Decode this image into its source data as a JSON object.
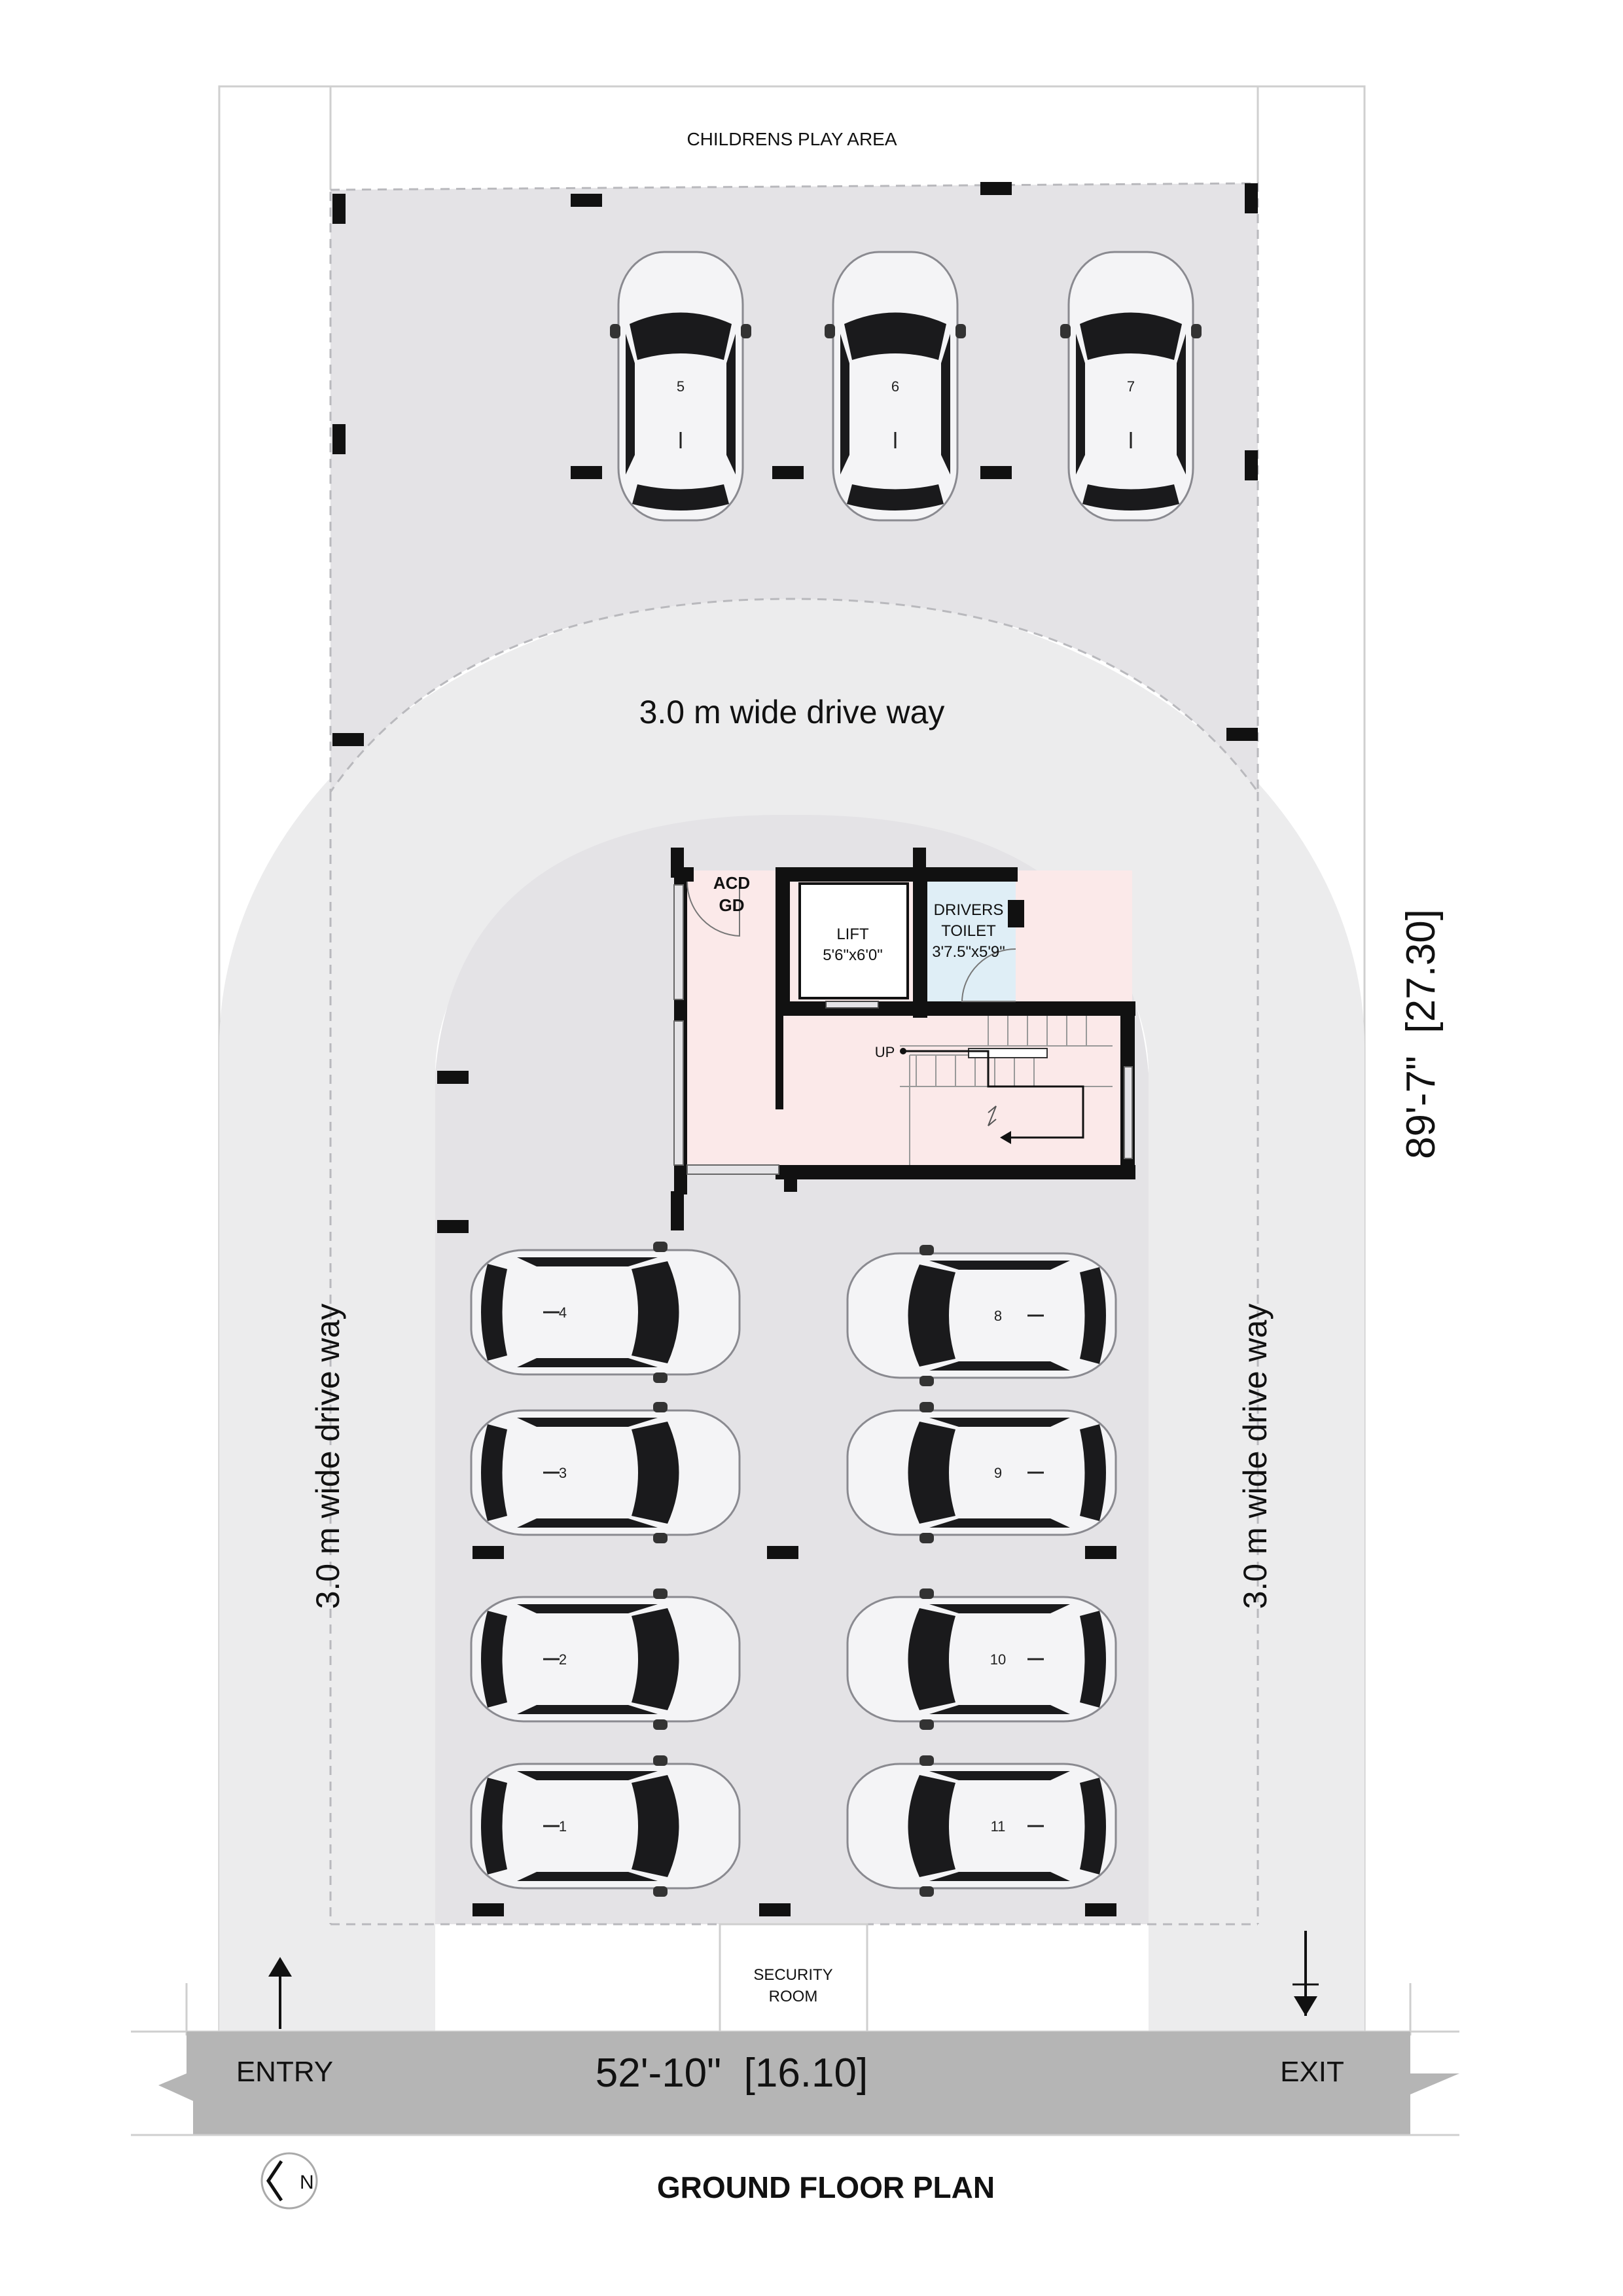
{
  "labels": {
    "play_area": "CHILDRENS PLAY AREA",
    "driveway_top": "3.0 m wide drive way",
    "driveway_left": "3.0 m wide drive way",
    "driveway_right": "3.0 m wide drive way",
    "acd_line1": "ACD",
    "acd_line2": "GD",
    "lift_line1": "LIFT",
    "lift_line2": "5'6\"x6'0\"",
    "toilet_line1": "DRIVERS",
    "toilet_line2": "TOILET",
    "toilet_line3": "3'7.5\"x5'9\"",
    "stair_up": "UP",
    "security_line1": "SECURITY",
    "security_line2": "ROOM",
    "entry": "ENTRY",
    "exit": "EXIT",
    "width_dim": "52'-10\"  [16.10]",
    "depth_dim": "89'-7\"  [27.30]",
    "north": "N",
    "plan_title": "GROUND FLOOR PLAN"
  },
  "cars": [
    {
      "number": "5",
      "orientation": "vertical"
    },
    {
      "number": "6",
      "orientation": "vertical"
    },
    {
      "number": "7",
      "orientation": "vertical"
    },
    {
      "number": "4",
      "orientation": "left-col"
    },
    {
      "number": "3",
      "orientation": "left-col"
    },
    {
      "number": "2",
      "orientation": "left-col"
    },
    {
      "number": "1",
      "orientation": "left-col"
    },
    {
      "number": "8",
      "orientation": "right-col"
    },
    {
      "number": "9",
      "orientation": "right-col"
    },
    {
      "number": "10",
      "orientation": "right-col"
    },
    {
      "number": "11",
      "orientation": "right-col"
    }
  ],
  "colors": {
    "parking_floor": "#e4e3e6",
    "driveway": "#ececed",
    "road": "#b5b5b5",
    "core_floor": "#fbe9e9",
    "toilet_floor": "#dfeef6",
    "wall": "#111111"
  }
}
